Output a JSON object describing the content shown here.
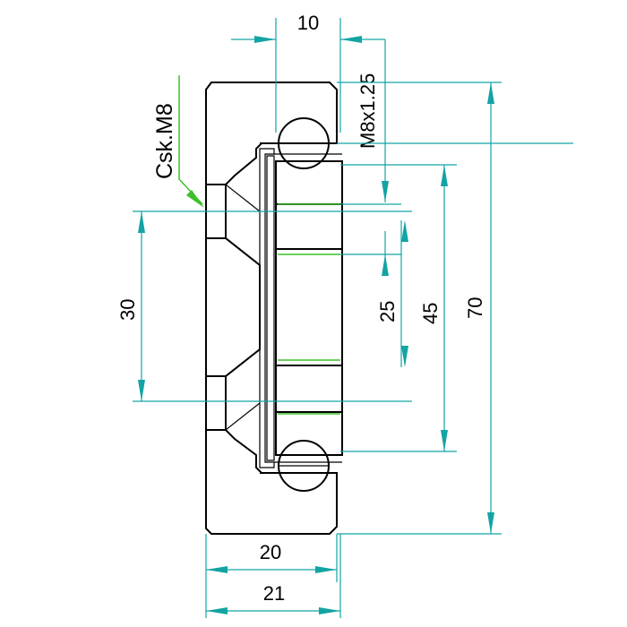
{
  "dimensions": {
    "top_width": "10",
    "thread": "M8x1.25",
    "countersink": "Csk.M8",
    "height_30": "30",
    "height_25": "25",
    "height_45": "45",
    "height_70": "70",
    "width_20": "20",
    "width_21": "21"
  },
  "colors": {
    "hatch": "#ff1a1a",
    "dimension_lines": "#14a3a3",
    "leader": "#3fbf2c",
    "outline": "#000000"
  }
}
